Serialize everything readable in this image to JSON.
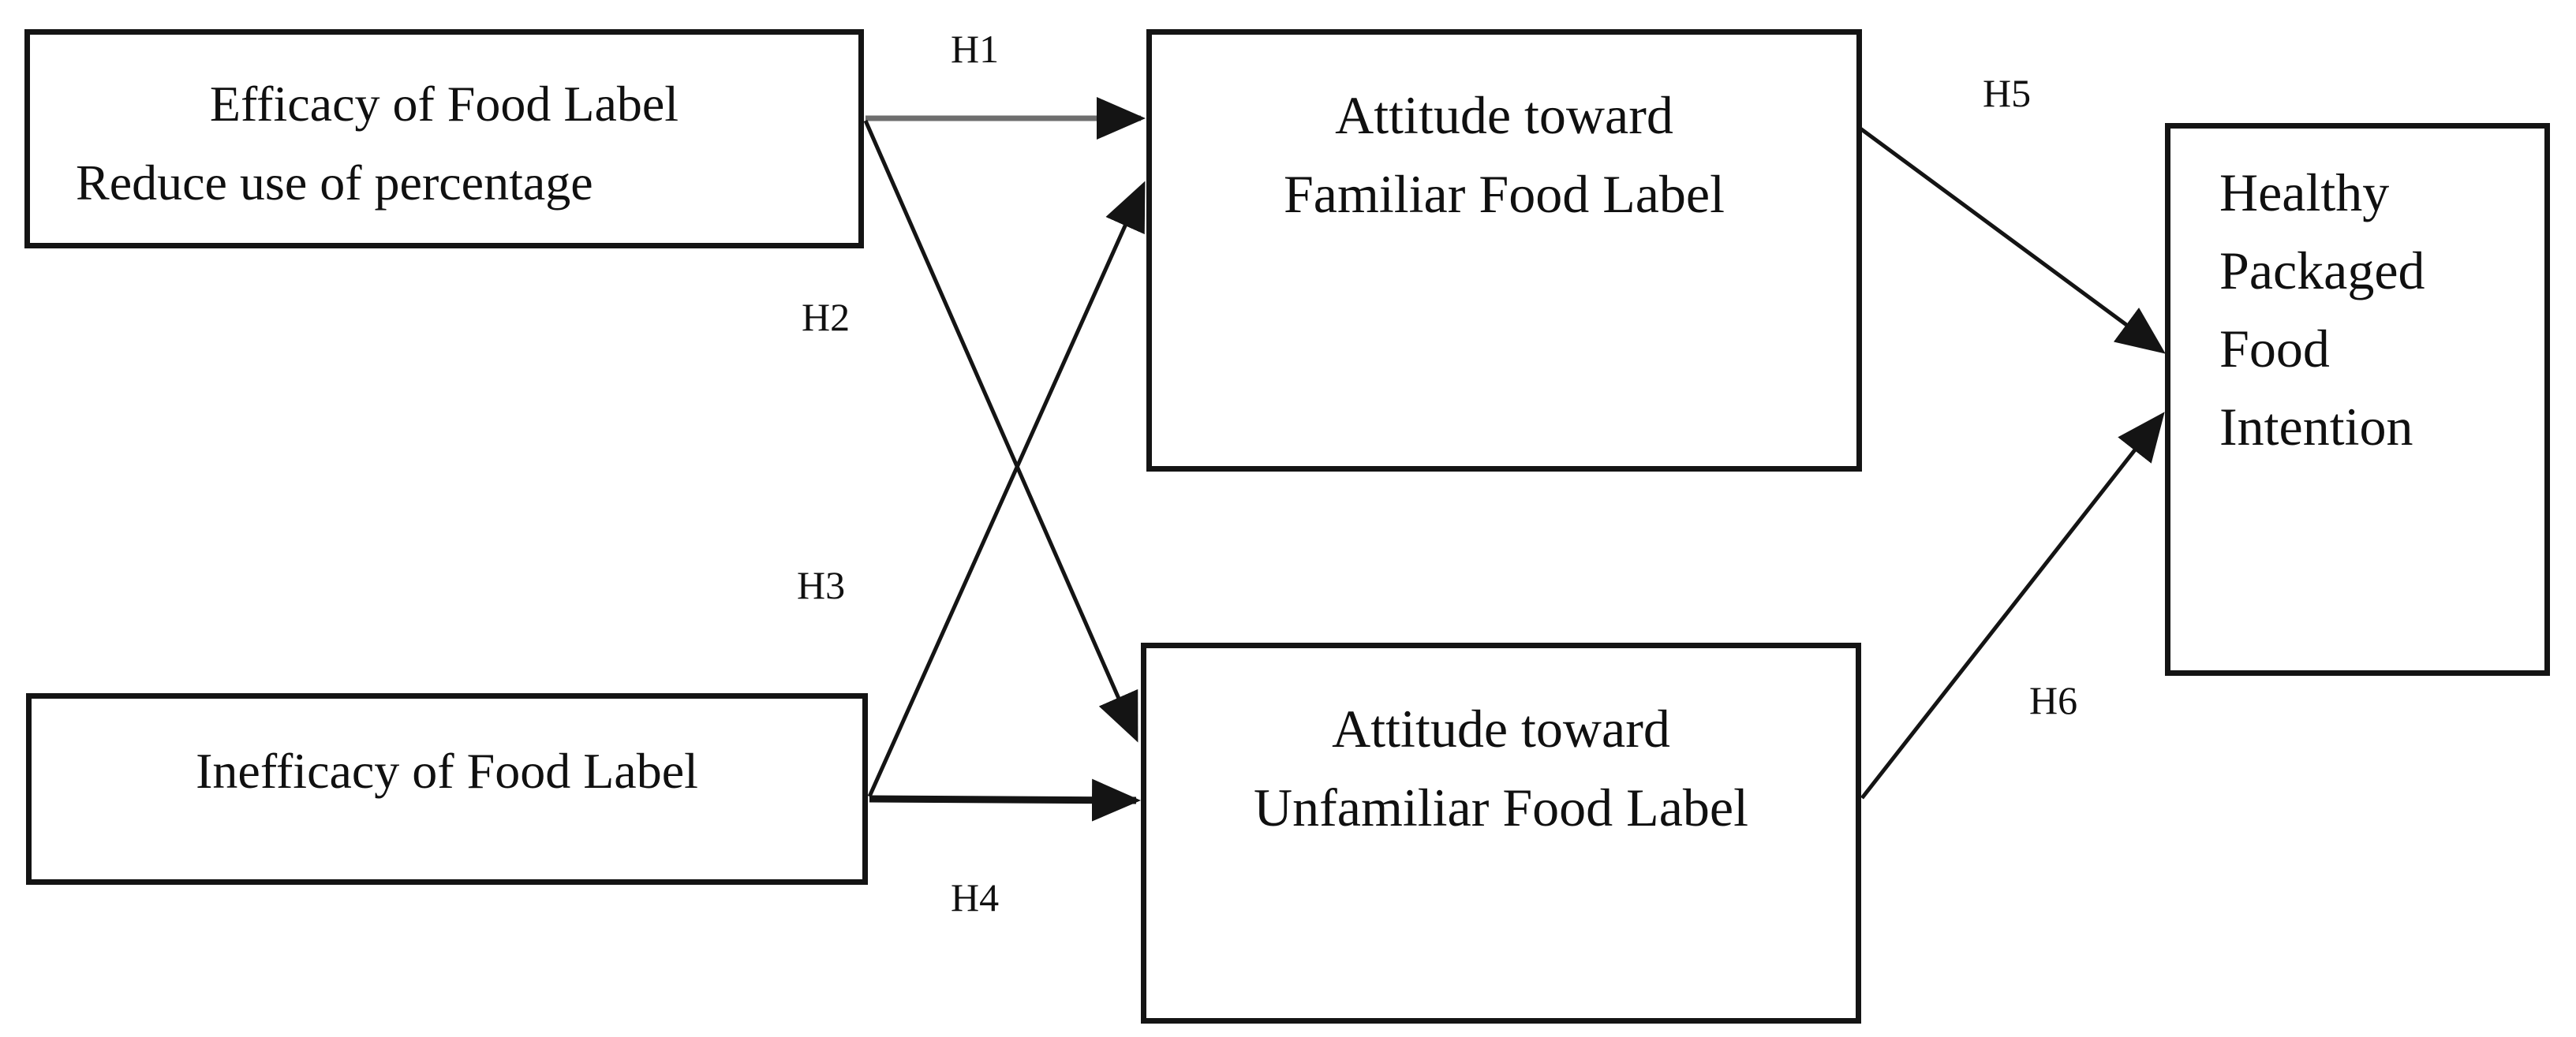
{
  "figure": {
    "type": "path-model-diagram",
    "background": "#ffffff",
    "colors": {
      "box_border": "#141414",
      "arrow": "#141414",
      "h1_arrow_line": "#6e6e6e",
      "text": "#101010"
    },
    "nodes": [
      {
        "id": "efficacy",
        "lines": [
          "Efficacy of Food Label",
          "Reduce use of percentage"
        ]
      },
      {
        "id": "inefficacy",
        "lines": [
          "Inefficacy of Food Label"
        ]
      },
      {
        "id": "att_familiar",
        "lines": [
          "Attitude toward",
          "Familiar Food Label"
        ]
      },
      {
        "id": "att_unfamiliar",
        "lines": [
          "Attitude toward",
          "Unfamiliar Food Label"
        ]
      },
      {
        "id": "intention",
        "lines": [
          "Healthy",
          "Packaged",
          "Food",
          "Intention"
        ]
      }
    ],
    "edges": [
      {
        "id": "h1",
        "label": "H1",
        "from": "efficacy",
        "to": "att_familiar"
      },
      {
        "id": "h2",
        "label": "H2",
        "from": "efficacy",
        "to": "att_unfamiliar"
      },
      {
        "id": "h3",
        "label": "H3",
        "from": "inefficacy",
        "to": "att_familiar"
      },
      {
        "id": "h4",
        "label": "H4",
        "from": "inefficacy",
        "to": "att_unfamiliar"
      },
      {
        "id": "h5",
        "label": "H5",
        "from": "att_familiar",
        "to": "intention"
      },
      {
        "id": "h6",
        "label": "H6",
        "from": "att_unfamiliar",
        "to": "intention"
      }
    ]
  }
}
